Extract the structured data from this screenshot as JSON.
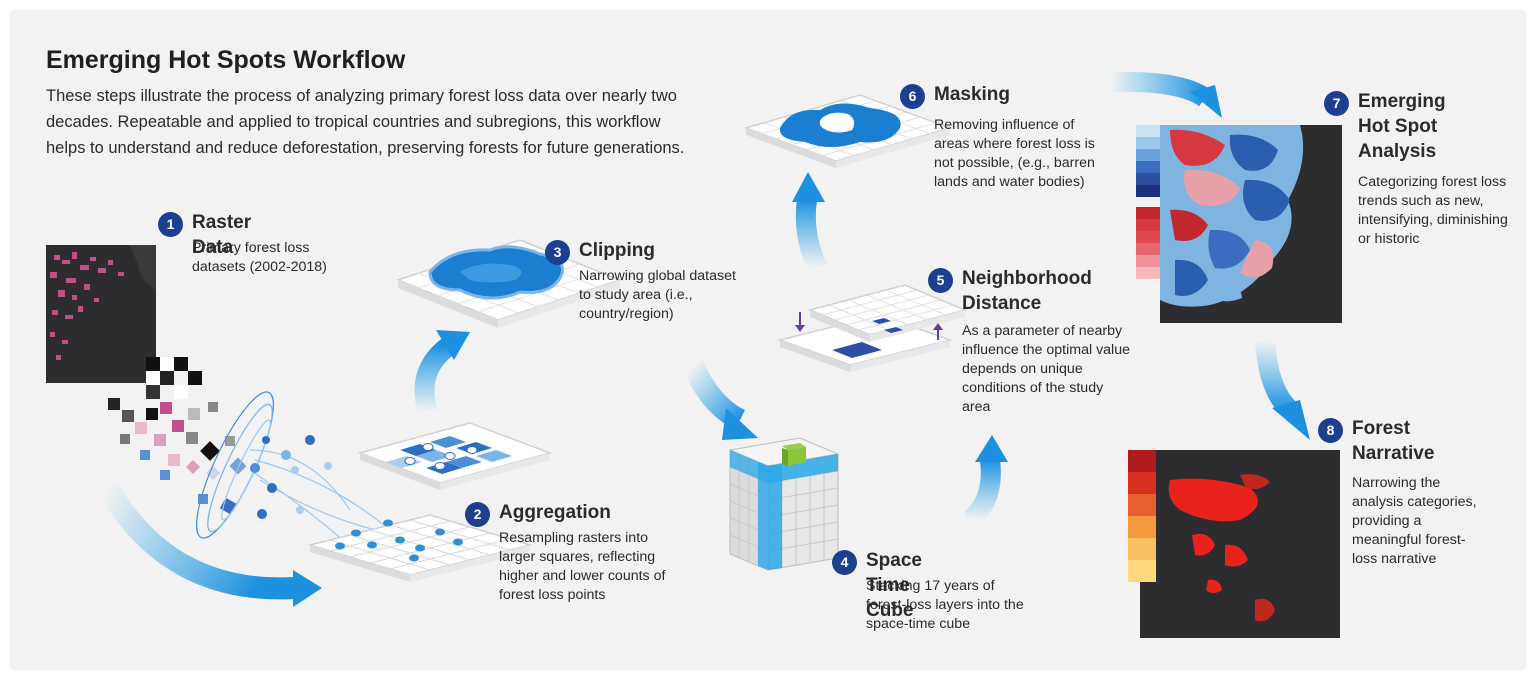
{
  "header": {
    "title": "Emerging Hot Spots Workflow",
    "description": "These steps illustrate the process of analyzing primary forest loss data over nearly two decades. Repeatable and applied to tropical countries and subregions, this workflow helps to understand and reduce deforestation, preserving forests for future generations."
  },
  "steps": [
    {
      "number": "1",
      "title": "Raster Data",
      "description": "Primary forest loss datasets (2002-2018)"
    },
    {
      "number": "2",
      "title": "Aggregation",
      "description": "Resampling rasters into larger squares, reflecting higher and lower counts of forest loss points"
    },
    {
      "number": "3",
      "title": "Clipping",
      "description": "Narrowing global dataset to study area (i.e., country/region)"
    },
    {
      "number": "4",
      "title": "Space Time Cube",
      "description": "Stacking 17 years of forest-loss layers into the space-time cube"
    },
    {
      "number": "5",
      "title": "Neighborhood Distance",
      "description": "As a parameter of nearby influence the optimal value depends on unique conditions of the study area"
    },
    {
      "number": "6",
      "title": "Masking",
      "description": "Removing influence of areas where forest loss is not possible, (e.g., barren lands and water bodies)"
    },
    {
      "number": "7",
      "title": "Emerging Hot Spot Analysis",
      "description": "Categorizing forest loss trends such as new, intensifying, diminishing or historic"
    },
    {
      "number": "8",
      "title": "Forest Narrative",
      "description": "Narrowing the analysis categories, providing a meaningful forest-loss narrative"
    }
  ],
  "colors": {
    "badge": "#1c3f8f",
    "flow_arrow": "#29a8e8",
    "water": "#1a7fd0",
    "map_dark": "#2d2d30",
    "hot_red": "#d7373f",
    "cold_blue": "#2a5fb0",
    "narrative_red": "#e8231c"
  }
}
